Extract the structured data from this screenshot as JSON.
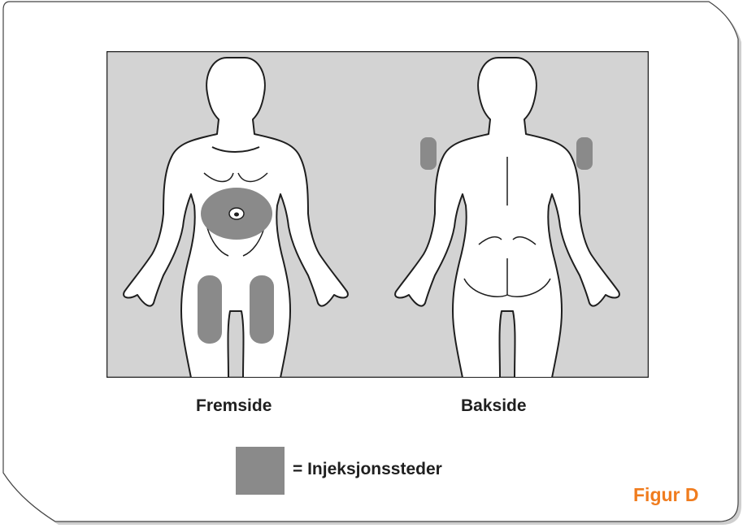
{
  "diagram": {
    "front_label": "Fremside",
    "back_label": "Bakside"
  },
  "legend": {
    "text": "= Injeksjonssteder",
    "swatch_color": "#8a8a8a"
  },
  "figure": {
    "label": "Figur D",
    "label_color": "#f07c1e"
  },
  "colors": {
    "panel_background": "#d3d3d3",
    "body_fill": "#ffffff",
    "outline": "#1e1e1e",
    "injection_site": "#8a8a8a"
  }
}
